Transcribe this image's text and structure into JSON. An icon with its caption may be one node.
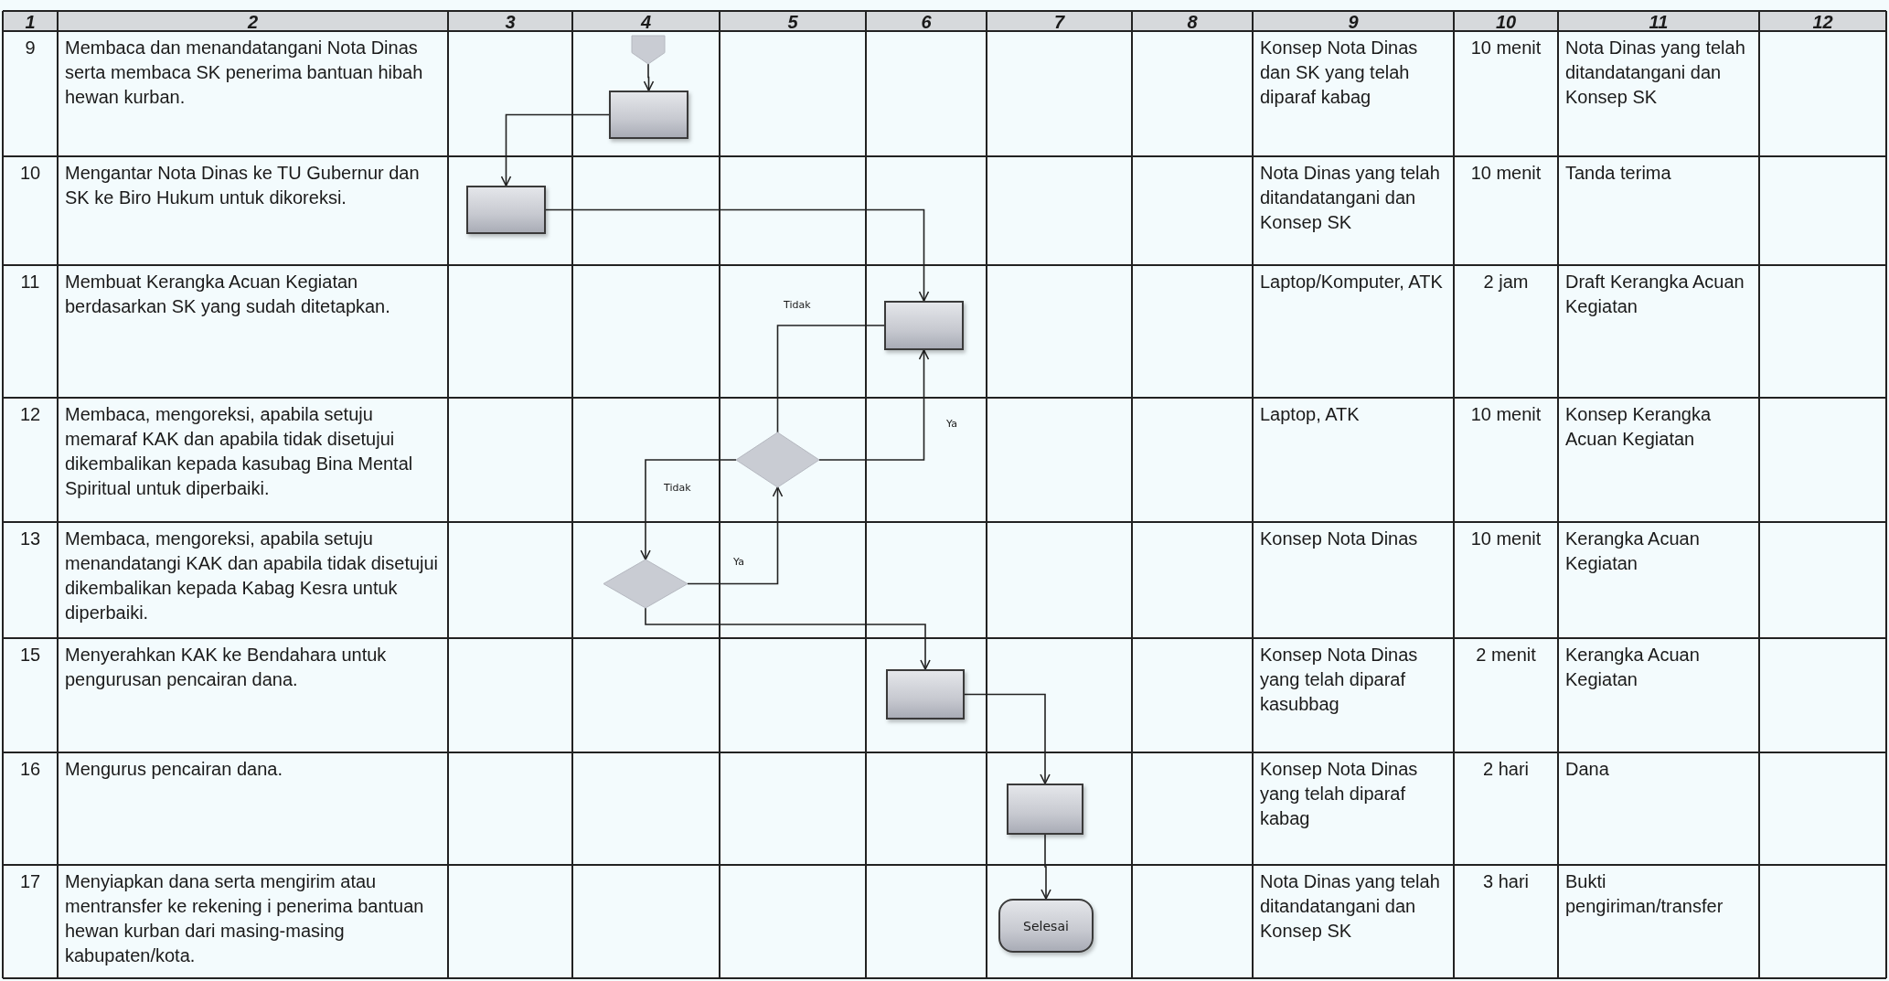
{
  "diagram": {
    "nodes": [
      {
        "text": [],
        "shape": "pentagon"
      },
      {
        "text": [],
        "shape": "box"
      },
      {
        "text": [],
        "shape": "box"
      },
      {
        "text": [],
        "shape": "box"
      },
      {
        "text": [],
        "shape": "diamond"
      },
      {
        "text": [],
        "shape": "diamond"
      },
      {
        "text": [],
        "shape": "box"
      },
      {
        "text": [],
        "shape": "box"
      },
      {
        "text": [
          "Selesai"
        ]
      }
    ],
    "edges": [
      {
        "from": 0,
        "to": 1,
        "arrow": "to"
      },
      {
        "from": 1,
        "to": 2,
        "arrow": "to"
      },
      {
        "from": 2,
        "to": 3,
        "arrow": "to"
      },
      {
        "from": 3,
        "to": 4,
        "arrow": "none",
        "label": "Tidak"
      },
      {
        "from": 4,
        "to": 3,
        "arrow": "to",
        "label": "Ya"
      },
      {
        "from": 4,
        "to": 5,
        "arrow": "to",
        "label": "Tidak"
      },
      {
        "from": 5,
        "to": 4,
        "arrow": "to",
        "label": "Ya"
      },
      {
        "from": 5,
        "to": 6,
        "arrow": "to"
      },
      {
        "from": 6,
        "to": 7,
        "arrow": "to"
      },
      {
        "from": 7,
        "to": 8,
        "arrow": "to"
      }
    ],
    "labels": [
      "1",
      "2",
      "3",
      "4",
      "5",
      "6",
      "7",
      "8",
      "9",
      "10",
      "11",
      "12",
      "9",
      "Membaca dan menandatangani Nota Dinas serta membaca SK penerima bantuan hibah hewan kurban.",
      "Konsep Nota Dinas dan SK yang telah diparaf kabag",
      "10 menit",
      "Nota Dinas yang telah ditandatangani dan Konsep SK",
      "10",
      "Mengantar Nota Dinas ke TU Gubernur dan SK ke Biro Hukum untuk dikoreksi.",
      "Nota Dinas yang telah ditandatangani dan Konsep SK",
      "10 menit",
      "Tanda terima",
      "11",
      "Membuat Kerangka Acuan Kegiatan berdasarkan SK yang sudah ditetapkan.",
      "Laptop/Komputer, ATK",
      "2 jam",
      "Draft Kerangka Acuan Kegiatan",
      "12",
      "Membaca, mengoreksi, apabila setuju memaraf KAK dan apabila tidak disetujui dikembalikan kepada kasubag Bina Mental Spiritual untuk diperbaiki.",
      "Laptop, ATK",
      "10 menit",
      "Konsep Kerangka Acuan Kegiatan",
      "13",
      "Membaca, mengoreksi, apabila setuju menandatangi KAK dan apabila tidak disetujui dikembalikan kepada Kabag Kesra untuk diperbaiki.",
      "Konsep Nota Dinas",
      "10 menit",
      "Kerangka Acuan Kegiatan",
      "15",
      "Menyerahkan KAK ke Bendahara untuk pengurusan pencairan dana.",
      "Konsep Nota Dinas yang telah diparaf kasubbag",
      "2 menit",
      "Kerangka Acuan Kegiatan",
      "16",
      "Mengurus pencairan dana.",
      "Konsep Nota Dinas yang telah diparaf kabag",
      "2 hari",
      "Dana",
      "17",
      "Menyiapkan dana serta mengirim atau mentransfer ke rekening i penerima bantuan hewan kurban dari masing-masing kabupaten/kota.",
      "Nota Dinas yang telah ditandatangani dan Konsep SK",
      "3 hari",
      "Bukti pengiriman/transfer"
    ]
  }
}
